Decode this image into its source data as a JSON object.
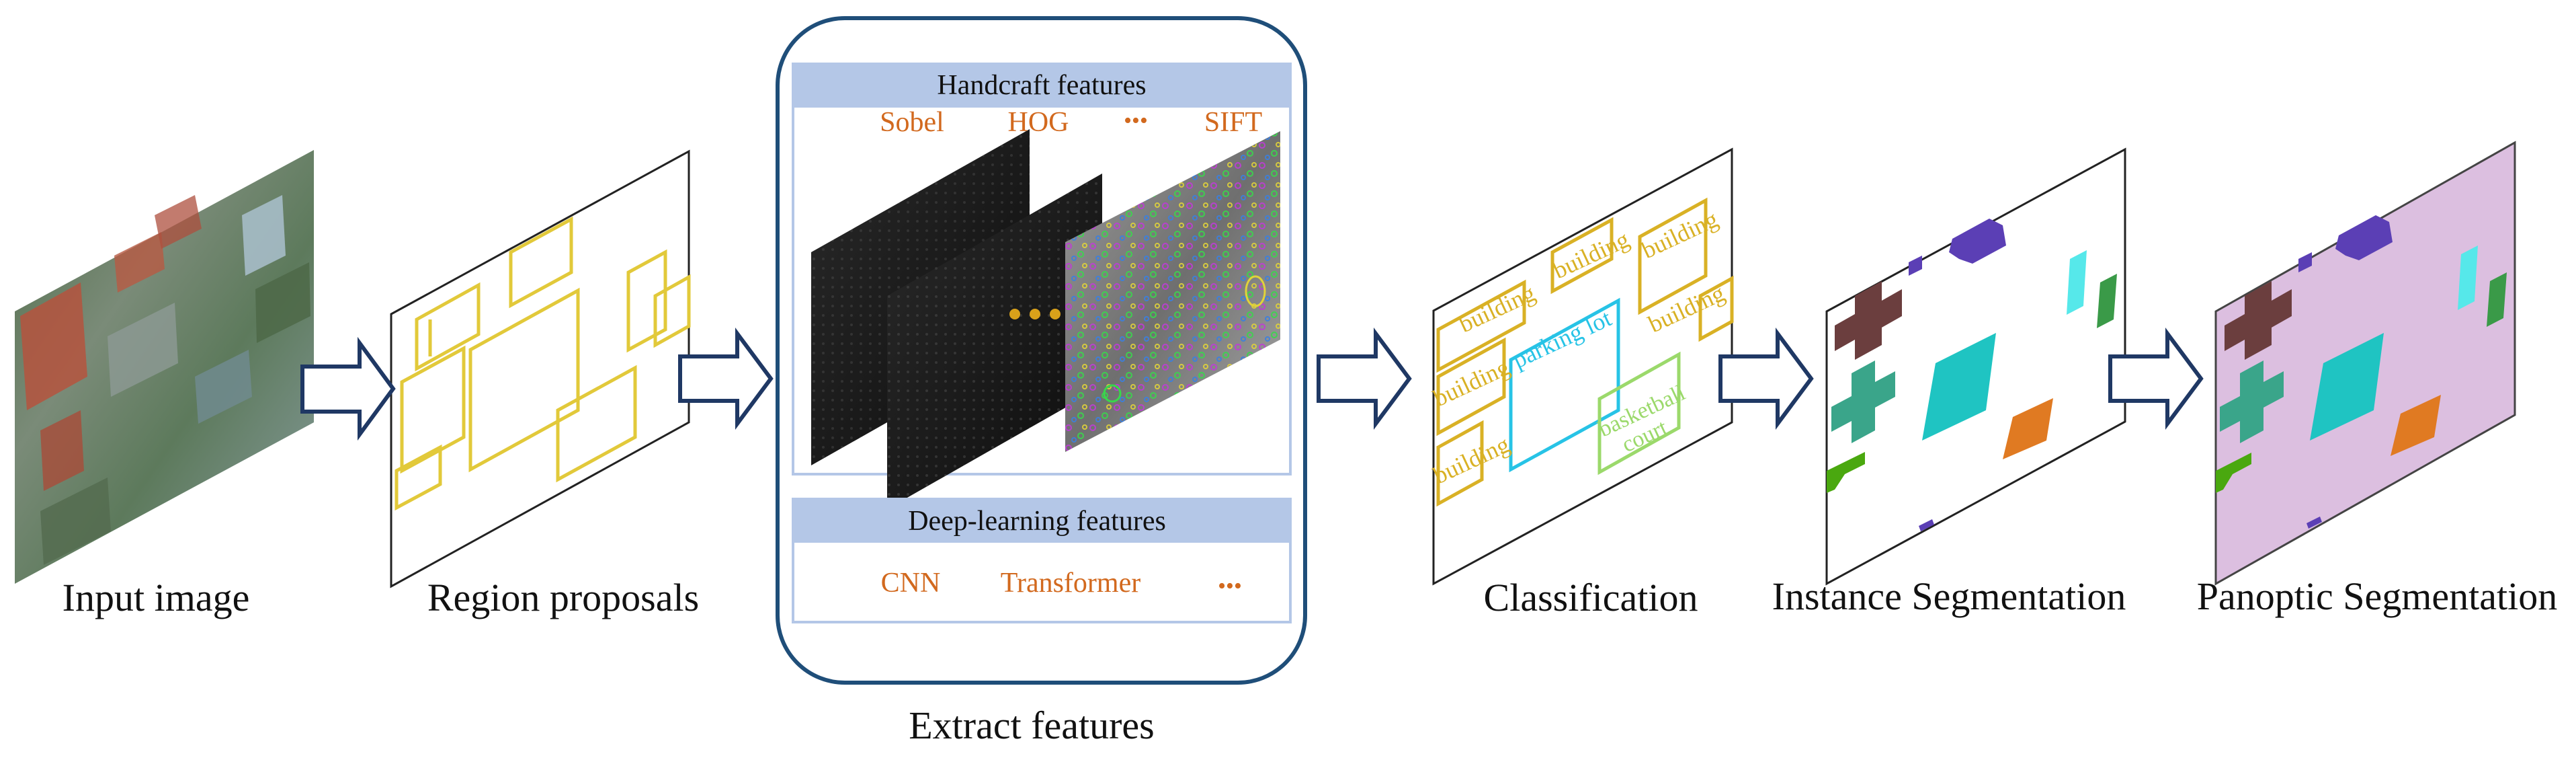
{
  "stages": {
    "input_caption": "Input image",
    "proposals_caption": "Region proposals",
    "extract_caption": "Extract features",
    "classification_caption": "Classification",
    "instance_caption": "Instance Segmentation",
    "panoptic_caption": "Panoptic Segmentation"
  },
  "handcraft": {
    "header": "Handcraft features",
    "items": [
      "Sobel",
      "HOG",
      "•••",
      "SIFT"
    ]
  },
  "deep": {
    "header": "Deep-learning features",
    "items": [
      "CNN",
      "Transformer",
      "•••"
    ]
  },
  "classification_labels": {
    "building": "building",
    "parking_lot": "parking lot",
    "basketball_line1": "basketball",
    "basketball_line2": "court"
  },
  "colors": {
    "proposal_box": "#e2c93a",
    "building_box": "#d9b125",
    "parking_box": "#27c3e6",
    "basketball_box": "#9bd96b",
    "arrow_stroke": "#1f3864",
    "feature_text": "#d2691e",
    "panel_header": "#b4c7e7",
    "panel_border": "#1f4e79",
    "panoptic_bg": "#dcbfe0",
    "seg_brown": "#6b3e3e",
    "seg_purple": "#5b3fb5",
    "seg_teal": "#1fc4c2",
    "seg_seafoam": "#3aa58a",
    "seg_orange": "#e07a22",
    "seg_cyan": "#56e8ea",
    "seg_green": "#3a9a48",
    "seg_lime": "#4aa80f"
  },
  "icons": [
    "block-arrow-icon",
    "ellipsis-icon"
  ]
}
